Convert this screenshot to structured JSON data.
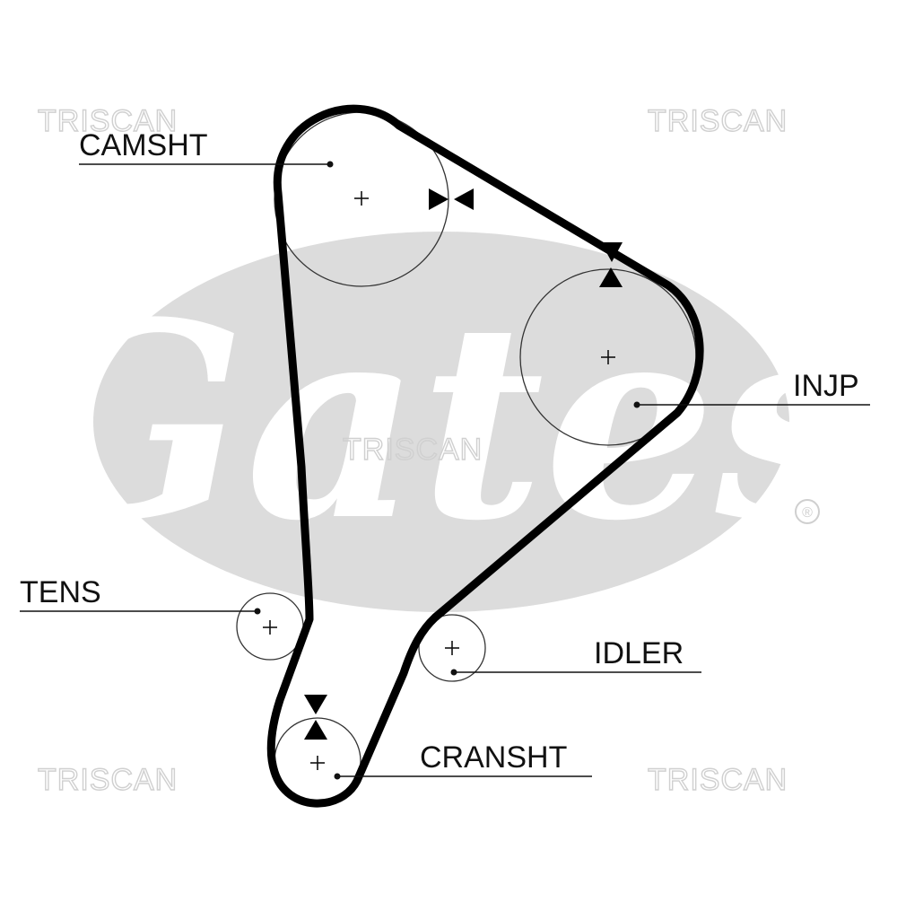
{
  "watermarks": {
    "top_left": "TRISCAN",
    "top_right": "TRISCAN",
    "center": "TRISCAN",
    "bottom_left": "TRISCAN",
    "bottom_right": "TRISCAN"
  },
  "logo": {
    "brand": "Gates",
    "registered_mark": "®"
  },
  "labels": {
    "camshaft": "CAMSHT",
    "injection_pump": "INJP",
    "tensioner": "TENS",
    "idler": "IDLER",
    "crankshaft": "CRANSHT"
  },
  "colors": {
    "belt": "#000000",
    "logo_gray": "#dcdcdc",
    "watermark": "#d0d0d0"
  }
}
